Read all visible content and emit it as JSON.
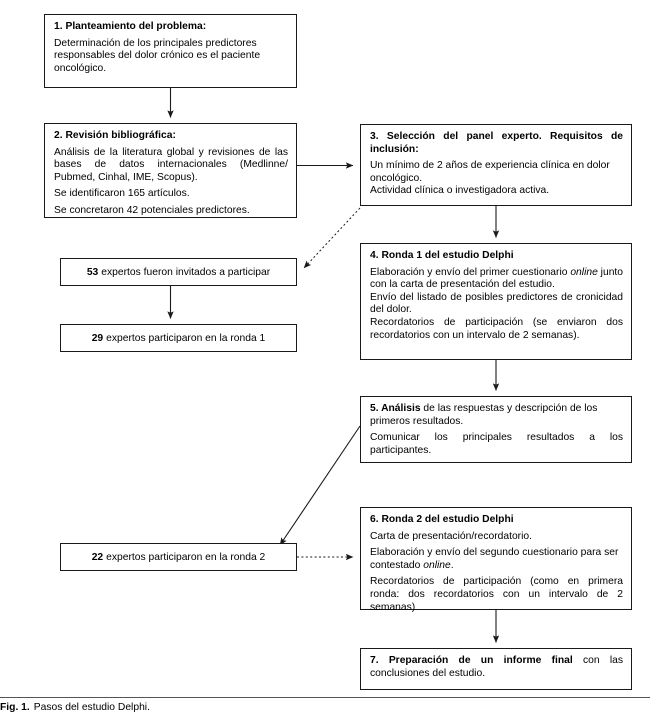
{
  "figure": {
    "caption_label": "Fig. 1.",
    "caption_text": "Pasos del estudio Delphi."
  },
  "nodes": {
    "step1": {
      "title": "1. Planteamiento del problema:",
      "body": "Determinación de los principales predictores responsables del dolor crónico es el paciente oncológico."
    },
    "step2": {
      "title": "2. Revisión bibliográfica:",
      "body1": "Análisis de la literatura global y revisiones de las bases de datos internacionales (Medlinne/ Pubmed, Cinhal, IME, Scopus).",
      "body2": "Se identificaron 165 artículos.",
      "body3": "Se concretaron 42 potenciales predictores."
    },
    "step3": {
      "title": "3. Selección del panel experto. Requisitos de inclusión:",
      "body1": "Un mínimo de 2 años de experiencia clínica en dolor oncológico.",
      "body2": "Actividad clínica o investigadora activa."
    },
    "step4": {
      "title": "4. Ronda 1 del estudio Delphi",
      "body1_pre": "Elaboración y envío del primer cuestionario ",
      "body1_em": "online",
      "body1_post": " junto con la carta de presentación del estudio.",
      "body2": "Envío del listado de posibles predictores de cronicidad del dolor.",
      "body3": "Recordatorios de participación (se enviaron dos recordatorios con un intervalo de 2 semanas)."
    },
    "step5": {
      "title_bold": "5. Análisis",
      "title_rest": " de las respuestas y descripción de los primeros resultados.",
      "body2": "Comunicar los principales resultados a los participantes."
    },
    "step6": {
      "title": "6. Ronda 2 del estudio Delphi",
      "body1": "Carta de presentación/recordatorio.",
      "body2_pre": "Elaboración y envío del segundo cuestionario para ser contestado ",
      "body2_em": "online",
      "body2_post": ".",
      "body3": "Recordatorios de participación (como en primera ronda: dos recordatorios con un intervalo de 2 semanas)"
    },
    "step7": {
      "title_bold": "7. Preparación de un informe final",
      "title_rest": " con las conclusiones del estudio."
    },
    "invited": {
      "count": "53",
      "label": "expertos fueron invitados a participar"
    },
    "round1": {
      "count": "29",
      "label": "expertos participaron en la ronda 1"
    },
    "round2": {
      "count": "22",
      "label": "expertos participaron en la ronda 2"
    }
  },
  "connectors": [
    {
      "name": "step1-to-step2",
      "style": "solid"
    },
    {
      "name": "step2-to-step3",
      "style": "solid"
    },
    {
      "name": "step3-to-invited",
      "style": "dotted"
    },
    {
      "name": "step3-to-step4",
      "style": "solid"
    },
    {
      "name": "invited-to-round1",
      "style": "solid"
    },
    {
      "name": "step4-to-step5",
      "style": "solid"
    },
    {
      "name": "step5-to-round2",
      "style": "solid"
    },
    {
      "name": "round2-to-step6",
      "style": "dotted"
    },
    {
      "name": "step6-to-step7",
      "style": "solid"
    }
  ],
  "colors": {
    "line": "#1a1a1a",
    "text": "#000000",
    "background": "#ffffff"
  }
}
